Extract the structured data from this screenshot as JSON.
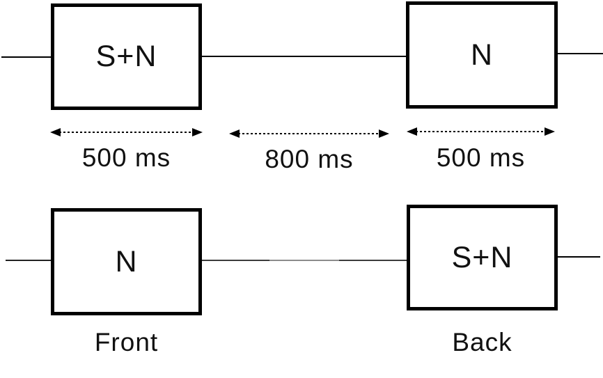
{
  "colors": {
    "stroke": "#000000",
    "dark_segment": "#3b3b3b",
    "gray_segment": "#8c8c8c"
  },
  "top_row": {
    "left_box": "S+N",
    "right_box": "N",
    "durations": {
      "left": "500 ms",
      "middle": "800 ms",
      "right": "500 ms"
    }
  },
  "bottom_row": {
    "left_box": "N",
    "right_box": "S+N",
    "left_caption": "Front",
    "right_caption": "Back"
  }
}
